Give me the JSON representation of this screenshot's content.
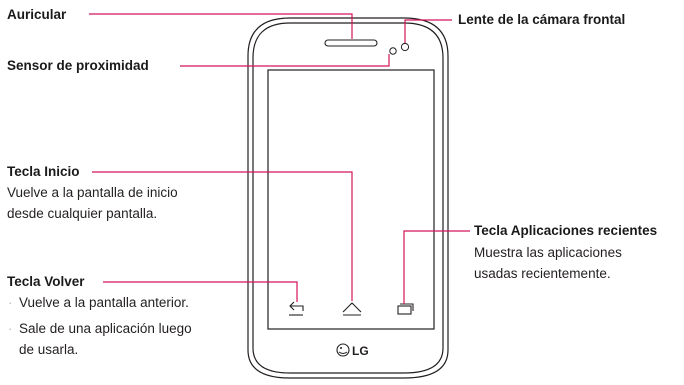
{
  "labels": {
    "earpiece": "Auricular",
    "proximity": "Sensor de proximidad",
    "front_camera": "Lente de la cámara frontal",
    "home_key": "Tecla Inicio",
    "home_desc": [
      "Vuelve a la pantalla de inicio",
      "desde cualquier pantalla."
    ],
    "back_key": "Tecla Volver",
    "back_bullets": [
      "Vuelve a la pantalla anterior.",
      "Sale de una aplicación luego",
      "de usarla."
    ],
    "recent_key": "Tecla Aplicaciones recientes",
    "recent_desc": [
      "Muestra las aplicaciones",
      "usadas recientemente."
    ]
  },
  "brand_logo": "LG",
  "colors": {
    "leader_line": "#d4145a",
    "phone_outline": "#231f20",
    "text": "#231f20"
  }
}
